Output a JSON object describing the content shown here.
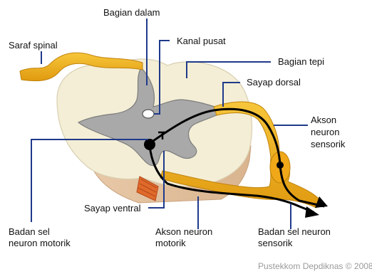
{
  "labels": {
    "bagian_dalam": "Bagian dalam",
    "saraf_spinal": "Saraf spinal",
    "kanal_pusat": "Kanal pusat",
    "bagian_tepi": "Bagian tepi",
    "sayap_dorsal": "Sayap dorsal",
    "akson_sensorik_1": "Akson",
    "akson_sensorik_2": "neuron",
    "akson_sensorik_3": "sensorik",
    "sayap_ventral": "Sayap ventral",
    "badan_motorik_1": "Badan sel",
    "badan_motorik_2": "neuron motorik",
    "akson_motorik_1": "Akson neuron",
    "akson_motorik_2": "motorik",
    "badan_sensorik_1": "Badan sel neuron",
    "badan_sensorik_2": "sensorik"
  },
  "credit": "Pustekkom Depdiknas © 2008",
  "colors": {
    "white_matter": "#f4eed6",
    "grey_matter": "#a9a9a9",
    "nerve": "#f2b21b",
    "leader": "#1f3a8a"
  }
}
